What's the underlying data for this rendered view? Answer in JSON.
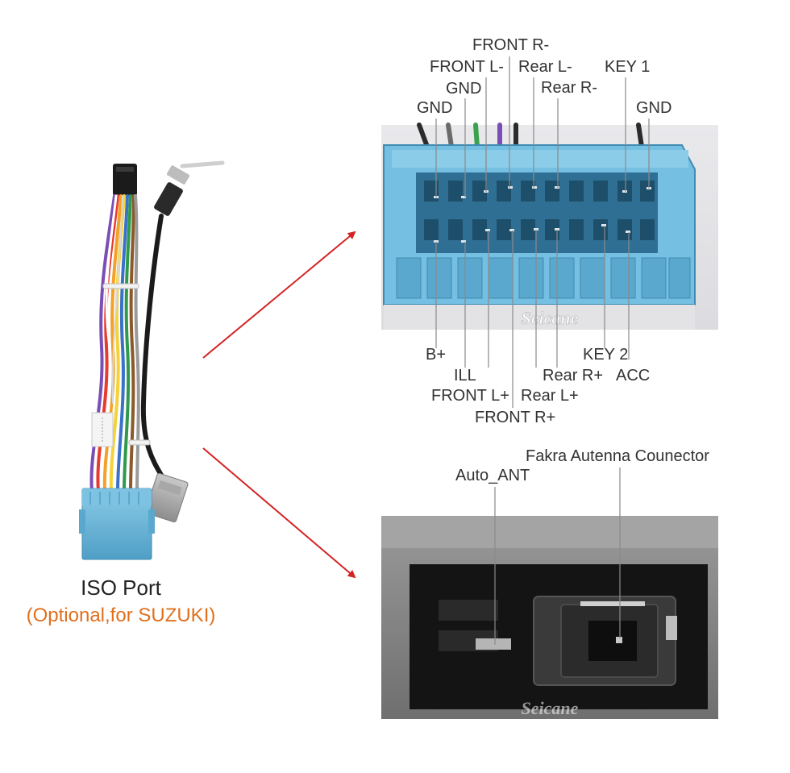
{
  "colors": {
    "arrow": "#d42424",
    "connector_blue": "#6fb9dc",
    "subtitle": "#e0701e",
    "leader": "#8a8a8a"
  },
  "left": {
    "title": "ISO Port",
    "subtitle": "(Optional,for SUZUKI)"
  },
  "iso_connector": {
    "watermark": "Seicane",
    "top_labels": {
      "front_r_minus": "FRONT R-",
      "front_l_minus": "FRONT L-",
      "rear_l_minus": "Rear L-",
      "key1": "KEY 1",
      "gnd_2": "GND",
      "rear_r_minus": "Rear R-",
      "gnd_1": "GND",
      "gnd_3": "GND"
    },
    "bottom_labels": {
      "b_plus": "B+",
      "key2": "KEY 2",
      "ill": "ILL",
      "rear_r_plus": "Rear R+",
      "acc": "ACC",
      "front_l_plus": "FRONT L+",
      "rear_l_plus": "Rear L+",
      "front_r_plus": "FRONT R+"
    }
  },
  "antenna_connector": {
    "watermark": "Seicane",
    "fakra_label": "Fakra Autenna Counector",
    "auto_ant_label": "Auto_ANT"
  }
}
